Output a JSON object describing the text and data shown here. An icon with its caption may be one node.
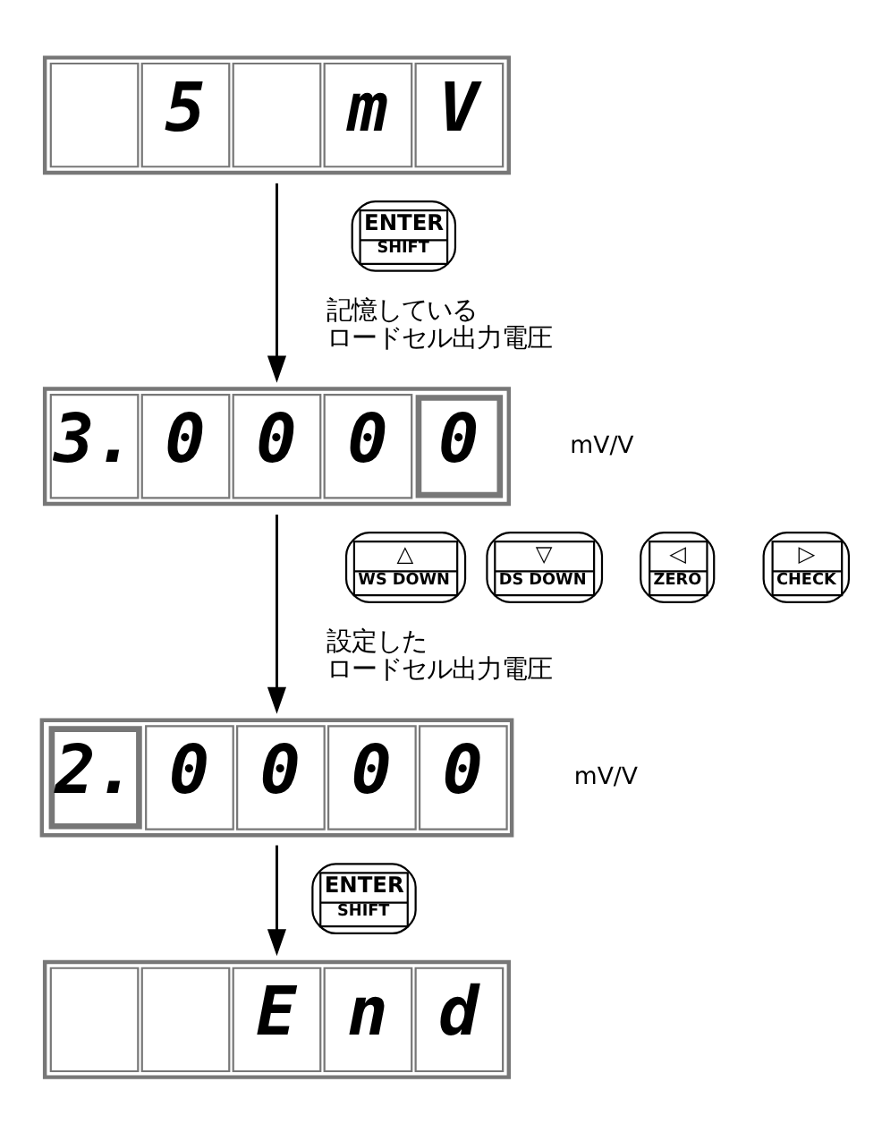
{
  "diagram": {
    "nodes": [
      {
        "text": [
          "5",
          "m",
          "V"
        ]
      },
      {
        "text": [
          "3.",
          "0",
          "0",
          "0",
          "0"
        ],
        "beside": [
          "mV/V"
        ]
      },
      {
        "text": [
          "2.",
          "0",
          "0",
          "0",
          "0"
        ],
        "beside": [
          "mV/V"
        ]
      },
      {
        "text": [
          "E",
          "n",
          "d"
        ]
      }
    ],
    "edges": [
      {
        "from": 0,
        "to": 1,
        "arrow": "to"
      },
      {
        "from": 1,
        "to": 2,
        "arrow": "to"
      },
      {
        "from": 2,
        "to": 3,
        "arrow": "to"
      }
    ],
    "labels": [
      "ENTER",
      "SHIFT",
      "記憶しているロードセル出力電圧",
      "△",
      "WS DOWN",
      "▽",
      "DS DOWN",
      "◁",
      "ZERO",
      "▷",
      "CHECK",
      "設定したロードセル出力電圧",
      "ENTER",
      "SHIFT"
    ]
  }
}
